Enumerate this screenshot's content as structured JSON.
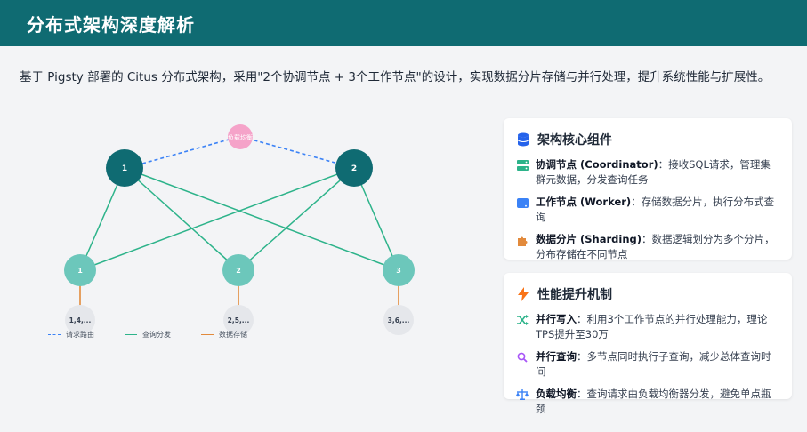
{
  "header": {
    "title": "分布式架构深度解析"
  },
  "intro": {
    "text": "基于 Pigsty 部署的 Citus 分布式架构，采用\"2个协调节点 + 3个工作节点\"的设计，实现数据分片存储与并行处理，提升系统性能与扩展性。"
  },
  "diagram": {
    "lb_label": "负载均衡",
    "coordinators": [
      "1",
      "2"
    ],
    "workers": [
      "1",
      "2",
      "3"
    ],
    "shards": [
      "1,4,...",
      "2,5,...",
      "3,6,..."
    ],
    "colors": {
      "coordinator": "#0f6b72",
      "worker": "#6cc7bb",
      "shard": "#e5e7eb",
      "lb": "#f5a3c9",
      "route": "#3b82f6",
      "query": "#2db38a",
      "store": "#e28a3c"
    },
    "legend": {
      "route": "请求路由",
      "query": "查询分发",
      "store": "数据存储"
    }
  },
  "card1": {
    "title": "架构核心组件",
    "items": [
      {
        "icon": "server-icon",
        "name": "协调节点 (Coordinator)",
        "desc": "：接收SQL请求，管理集群元数据，分发查询任务"
      },
      {
        "icon": "hdd-icon",
        "name": "工作节点 (Worker)",
        "desc": "：存储数据分片，执行分布式查询"
      },
      {
        "icon": "puzzle-icon",
        "name": "数据分片 (Sharding)",
        "desc": "：数据逻辑划分为多个分片，分布存储在不同节点"
      }
    ]
  },
  "card2": {
    "title": "性能提升机制",
    "items": [
      {
        "icon": "shuffle-icon",
        "name": "并行写入",
        "desc": "：利用3个工作节点的并行处理能力，理论TPS提升至30万"
      },
      {
        "icon": "search-icon",
        "name": "并行查询",
        "desc": "：多节点同时执行子查询，减少总体查询时间"
      },
      {
        "icon": "balance-icon",
        "name": "负载均衡",
        "desc": "：查询请求由负载均衡器分发，避免单点瓶颈"
      }
    ]
  }
}
